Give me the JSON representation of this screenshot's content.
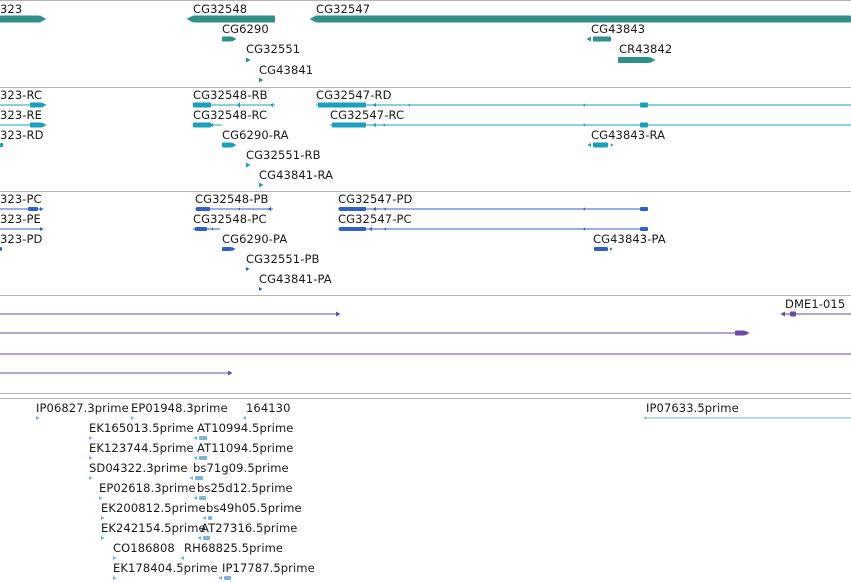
{
  "colors": {
    "gene": "#2f8f8a",
    "transcript": "#1a9fbf",
    "cds": "#2f62c8",
    "alignment": "#6a4aa6",
    "est": "#7fb4da",
    "separator": "#b4b4b4",
    "background": "#ffffff"
  },
  "tracks": {
    "genes": {
      "features": [
        {
          "label": "323"
        },
        {
          "label": "CG32548"
        },
        {
          "label": "CG32547"
        },
        {
          "label": "CG6290"
        },
        {
          "label": "CG43843"
        },
        {
          "label": "CG32551"
        },
        {
          "label": "CR43842"
        },
        {
          "label": "CG43841"
        }
      ]
    },
    "transcripts": {
      "features": [
        {
          "label": "323-RC"
        },
        {
          "label": "CG32548-RB"
        },
        {
          "label": "CG32547-RD"
        },
        {
          "label": "323-RE"
        },
        {
          "label": "CG32548-RC"
        },
        {
          "label": "CG32547-RC"
        },
        {
          "label": "323-RD"
        },
        {
          "label": "CG6290-RA"
        },
        {
          "label": "CG43843-RA"
        },
        {
          "label": "CG32551-RB"
        },
        {
          "label": "CG43841-RA"
        }
      ]
    },
    "cds": {
      "features": [
        {
          "label": "323-PC"
        },
        {
          "label": "CG32548-PB"
        },
        {
          "label": "CG32547-PD"
        },
        {
          "label": "323-PE"
        },
        {
          "label": "CG32548-PC"
        },
        {
          "label": "CG32547-PC"
        },
        {
          "label": "323-PD"
        },
        {
          "label": "CG6290-PA"
        },
        {
          "label": "CG43843-PA"
        },
        {
          "label": "CG32551-PB"
        },
        {
          "label": "CG43841-PA"
        }
      ]
    },
    "alignments": {
      "features": [
        {
          "label": "DME1-015"
        }
      ]
    },
    "ests": {
      "features": [
        {
          "label": "IP06827.3prime"
        },
        {
          "label": "EP01948.3prime"
        },
        {
          "label": "164130"
        },
        {
          "label": "IP07633.5prime"
        },
        {
          "label": "EK165013.5prime"
        },
        {
          "label": "AT10994.5prime"
        },
        {
          "label": "EK123744.5prime"
        },
        {
          "label": "AT11094.5prime"
        },
        {
          "label": "SD04322.3prime"
        },
        {
          "label": "bs71g09.5prime"
        },
        {
          "label": "EP02618.3prime"
        },
        {
          "label": "bs25d12.5prime"
        },
        {
          "label": "EK200812.5prime"
        },
        {
          "label": "bs49h05.5prime"
        },
        {
          "label": "EK242154.5prime"
        },
        {
          "label": "AT27316.5prime"
        },
        {
          "label": "CO186808"
        },
        {
          "label": "RH68825.5prime"
        },
        {
          "label": "EK178404.5prime"
        },
        {
          "label": "IP17787.5prime"
        }
      ]
    }
  }
}
